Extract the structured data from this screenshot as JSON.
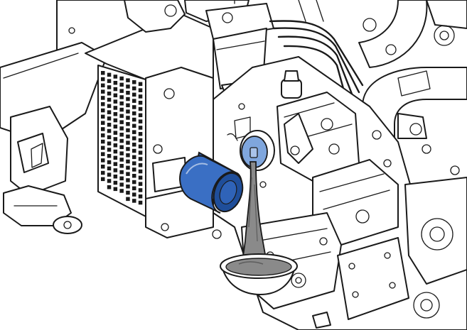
{
  "illustration": {
    "subject": "oil-filter-replacement",
    "colors": {
      "line": "#1a1a1a",
      "paper": "#ffffff",
      "filter_blue": "#3a6fc4",
      "filter_blue_dark": "#1f4e9a",
      "filter_mount_blue": "#7fa6dd",
      "oil_grey": "#8a8a8a",
      "oil_grey_dark": "#5d5d5d"
    },
    "icons": [
      "engine-block",
      "oil-filter",
      "oil-drain-pan",
      "oil-stream",
      "fuel-filter",
      "radiator-grille"
    ]
  }
}
